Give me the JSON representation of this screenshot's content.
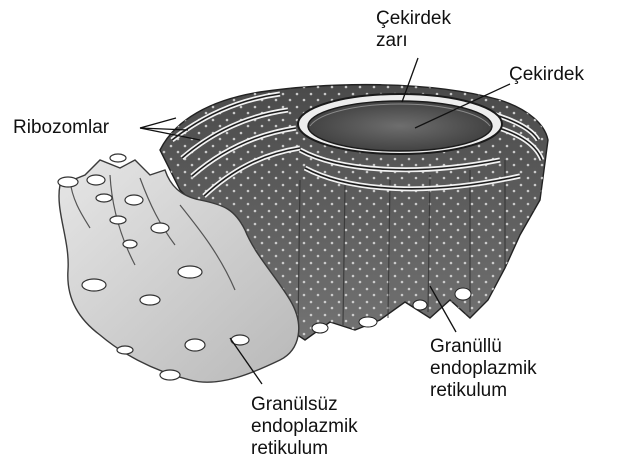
{
  "labels": {
    "nuclear_envelope": {
      "line1": "Çekirdek",
      "line2": "zarı"
    },
    "nucleus": "Çekirdek",
    "ribosomes": "Ribozomlar",
    "rough_er": {
      "line1": "Granüllü",
      "line2": "endoplazmik",
      "line3": "retikulum"
    },
    "smooth_er": {
      "line1": "Granülsüz",
      "line2": "endoplazmik",
      "line3": "retikulum"
    }
  },
  "colors": {
    "rough_er_fill": "#6b6b6b",
    "rough_er_dark": "#3c3c3c",
    "smooth_er_fill": "#d4d4d4",
    "nucleus_fill": "#5a5a5a",
    "ribosome_dot": "#cfcfcf",
    "leader_line": "#111111"
  }
}
